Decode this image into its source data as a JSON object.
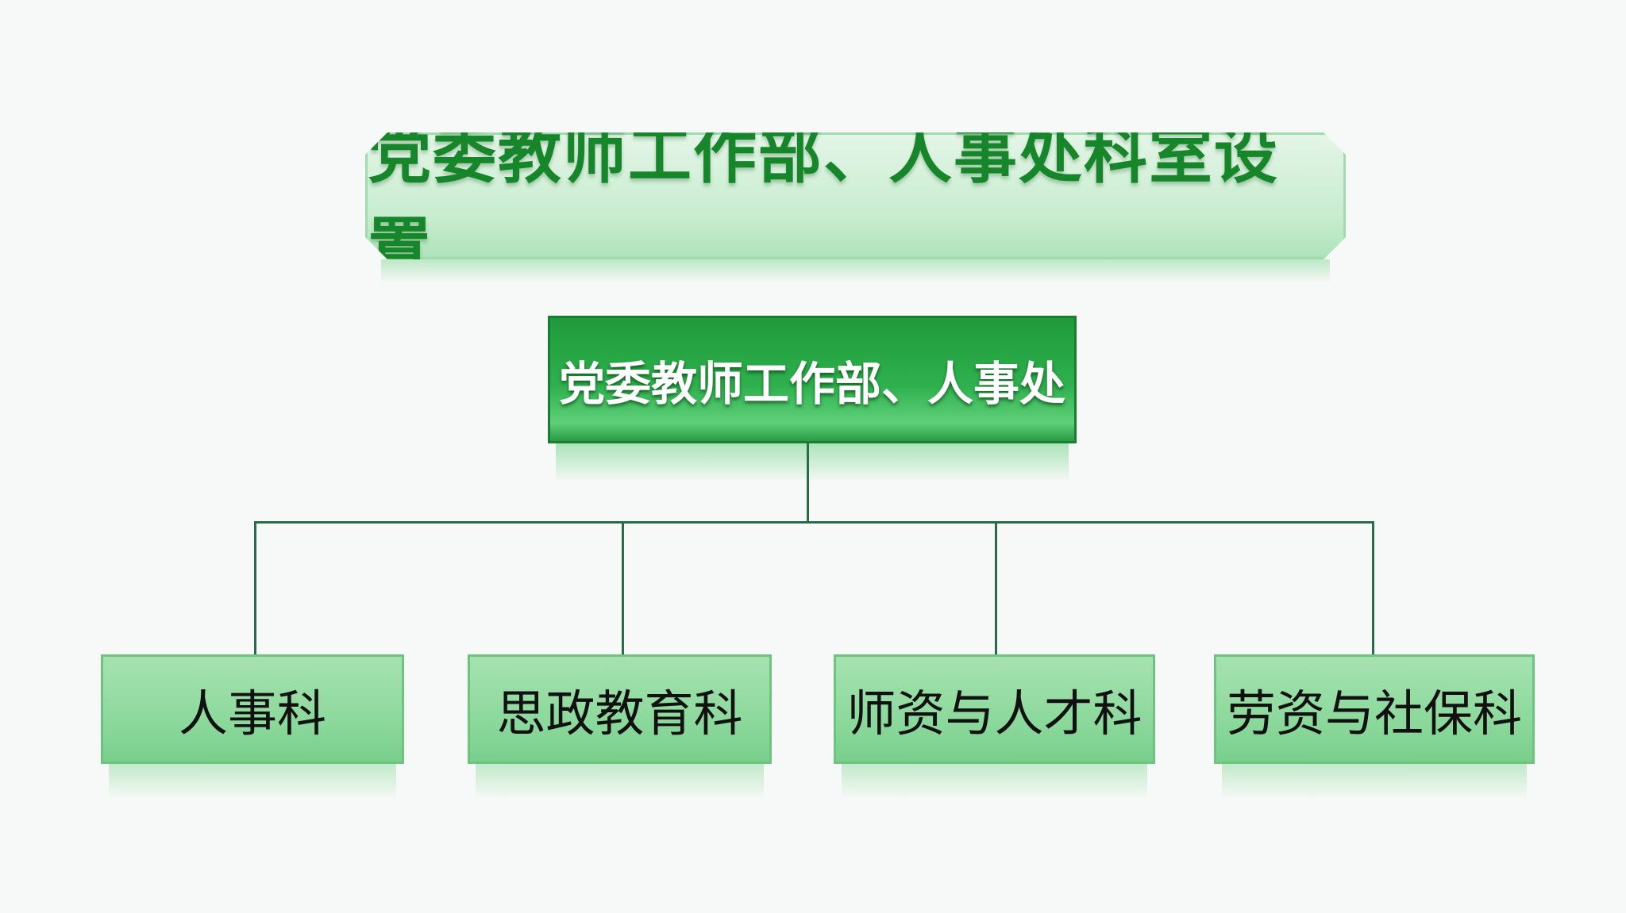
{
  "title": "党委教师工作部、人事处科室设置",
  "root": "党委教师工作部、人事处",
  "children": [
    "人事科",
    "思政教育科",
    "师资与人才科",
    "劳资与社保科"
  ],
  "colors": {
    "accent": "#1f9a3a",
    "title_text": "#17862a",
    "child_fill": "#8dd99d",
    "connector": "#2c6b4a"
  }
}
